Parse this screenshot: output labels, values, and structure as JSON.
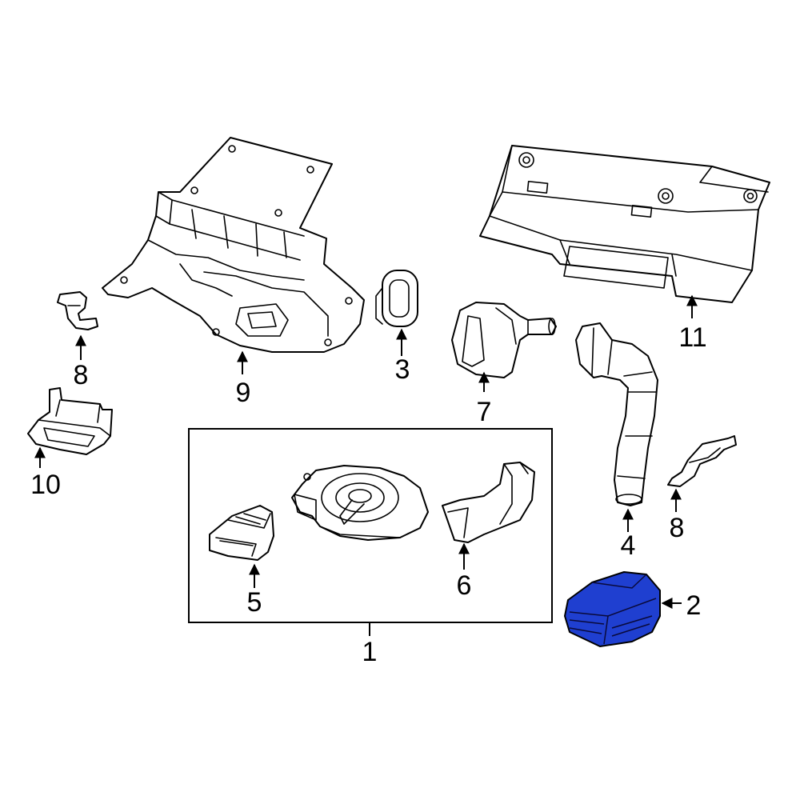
{
  "diagram": {
    "highlight_color": "#1f3fd0",
    "callouts": [
      {
        "id": "c1",
        "label": "1"
      },
      {
        "id": "c2",
        "label": "2"
      },
      {
        "id": "c3",
        "label": "3"
      },
      {
        "id": "c4",
        "label": "4"
      },
      {
        "id": "c5",
        "label": "5"
      },
      {
        "id": "c6",
        "label": "6"
      },
      {
        "id": "c7",
        "label": "7"
      },
      {
        "id": "c8a",
        "label": "8"
      },
      {
        "id": "c8b",
        "label": "8"
      },
      {
        "id": "c9",
        "label": "9"
      },
      {
        "id": "c10",
        "label": "10"
      },
      {
        "id": "c11",
        "label": "11"
      }
    ]
  }
}
